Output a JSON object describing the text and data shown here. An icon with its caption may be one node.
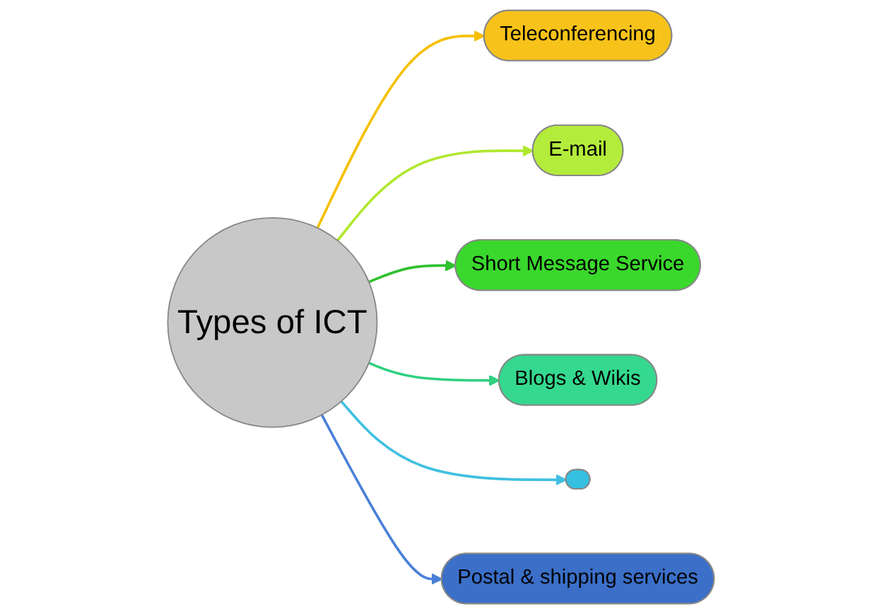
{
  "diagram": {
    "nodes": [
      {
        "text": [
          "Teleconferencing"
        ]
      },
      {
        "text": [
          "Postal & shipping services"
        ]
      },
      {
        "text": [
          "E-mail"
        ]
      },
      {
        "text": [
          "Types of ICT"
        ]
      },
      {
        "text": [],
        "shape": "ellipse"
      },
      {
        "text": [
          "Short Message Service"
        ]
      },
      {
        "text": [
          "Blogs & Wikis"
        ]
      }
    ],
    "edges": [
      {
        "from": 3,
        "to": 0,
        "arrow": "to",
        "color": "#f5c000"
      },
      {
        "from": 3,
        "to": 2,
        "arrow": "to",
        "color": "#b0e830"
      },
      {
        "from": 3,
        "to": 5,
        "arrow": "to",
        "color": "#30c030"
      },
      {
        "from": 3,
        "to": 6,
        "arrow": "to",
        "color": "#30d080"
      },
      {
        "from": 3,
        "to": 4,
        "arrow": "to",
        "color": "#40c0e0"
      },
      {
        "from": 3,
        "to": 1,
        "arrow": "to",
        "color": "#4a80d8"
      }
    ]
  }
}
